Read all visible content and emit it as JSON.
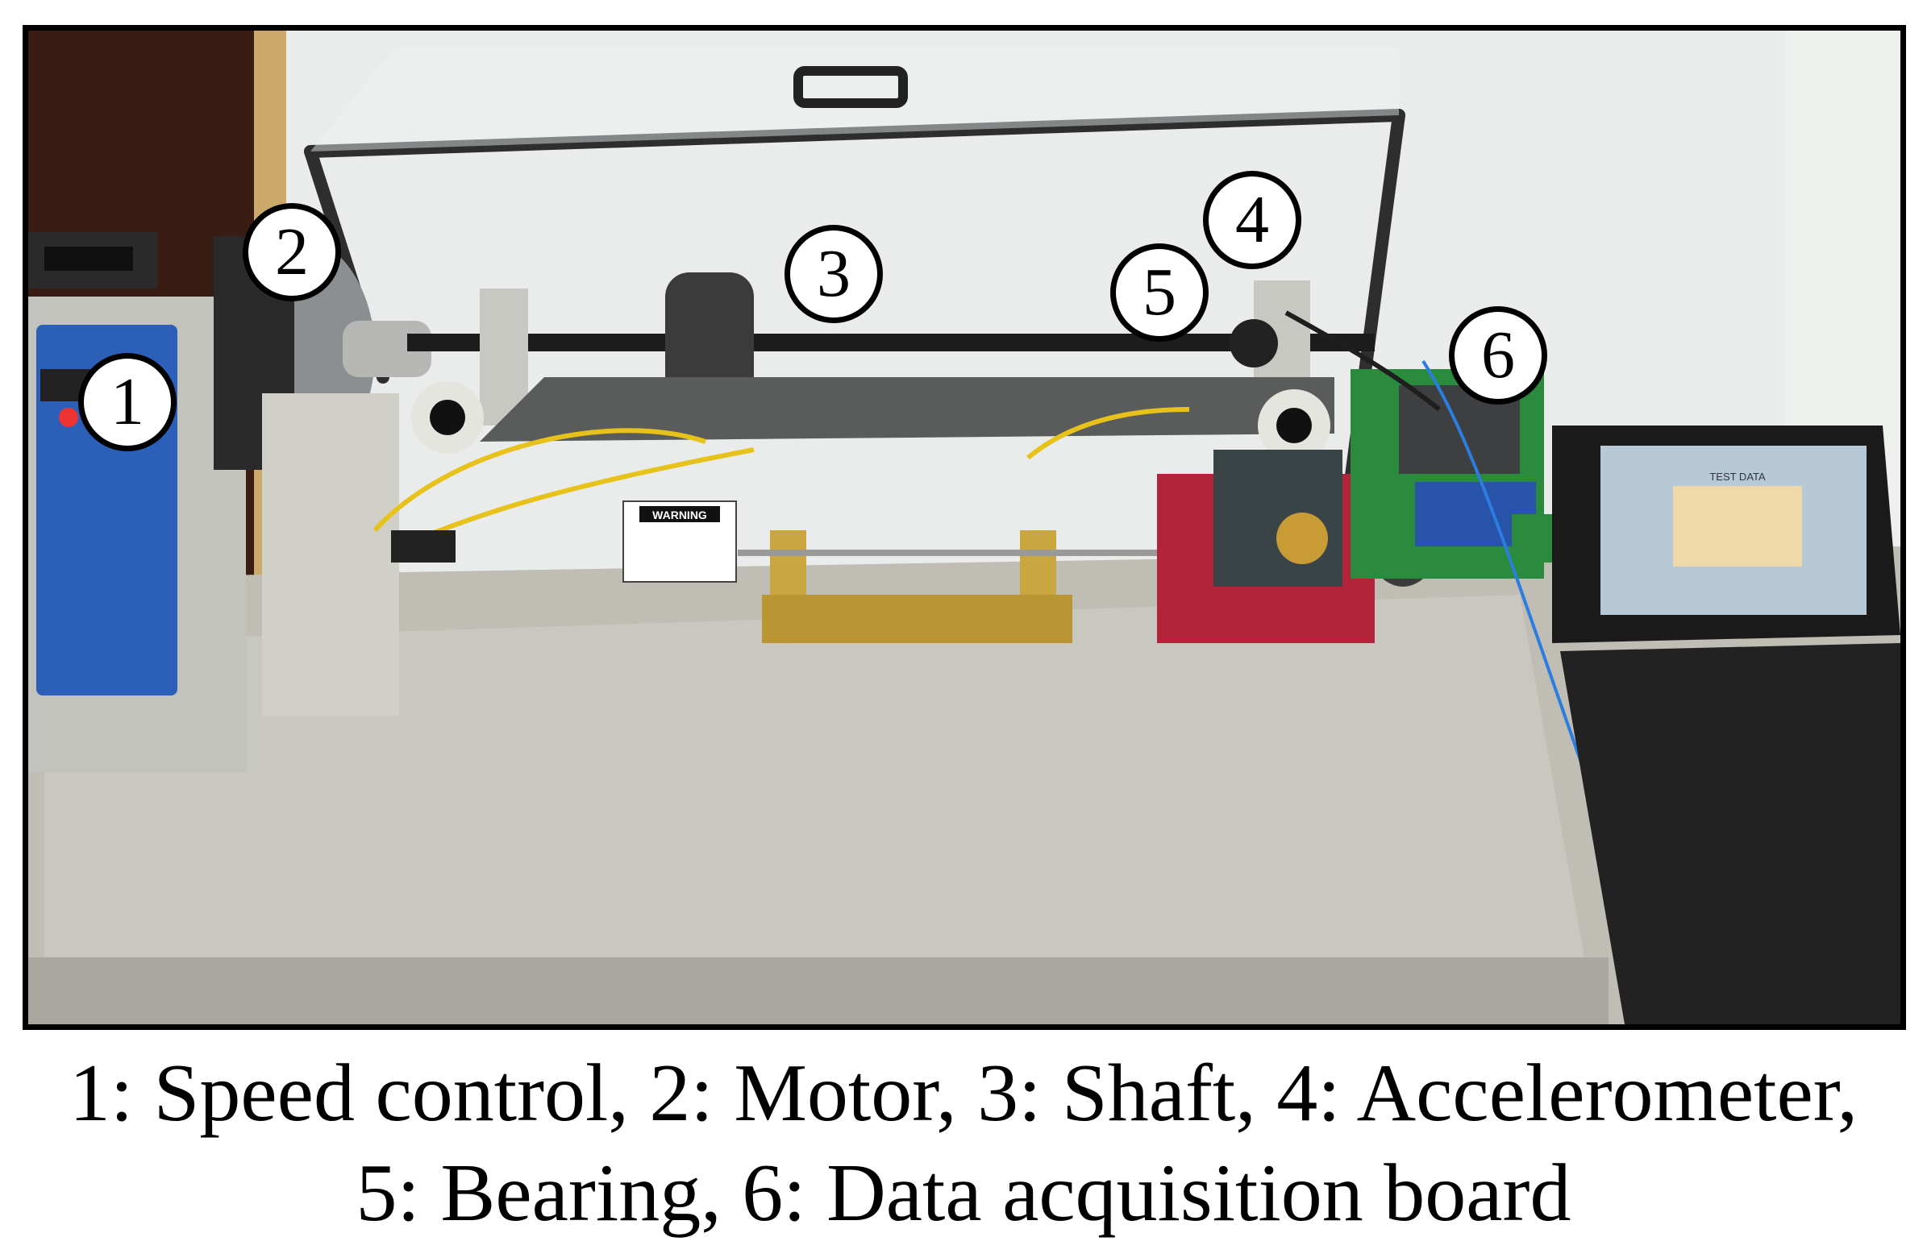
{
  "photo": {
    "markers": [
      {
        "id": "m1",
        "label": "1"
      },
      {
        "id": "m2",
        "label": "2"
      },
      {
        "id": "m3",
        "label": "3"
      },
      {
        "id": "m4",
        "label": "4"
      },
      {
        "id": "m5",
        "label": "5"
      },
      {
        "id": "m6",
        "label": "6"
      }
    ],
    "warning_sign": "WARNING",
    "laptop_screen_text": "TEST DATA"
  },
  "caption": {
    "line1": "1: Speed control, 2: Motor, 3: Shaft, 4: Accelerometer,",
    "line2": "5: Bearing, 6: Data acquisition board"
  },
  "colors": {
    "frame": "#000000",
    "bench": "#c9c8c0",
    "vfd_blue": "#2b5fb8",
    "gearbox_red": "#b3243a",
    "brass": "#c9a640",
    "cable_yellow": "#e7c21a"
  }
}
